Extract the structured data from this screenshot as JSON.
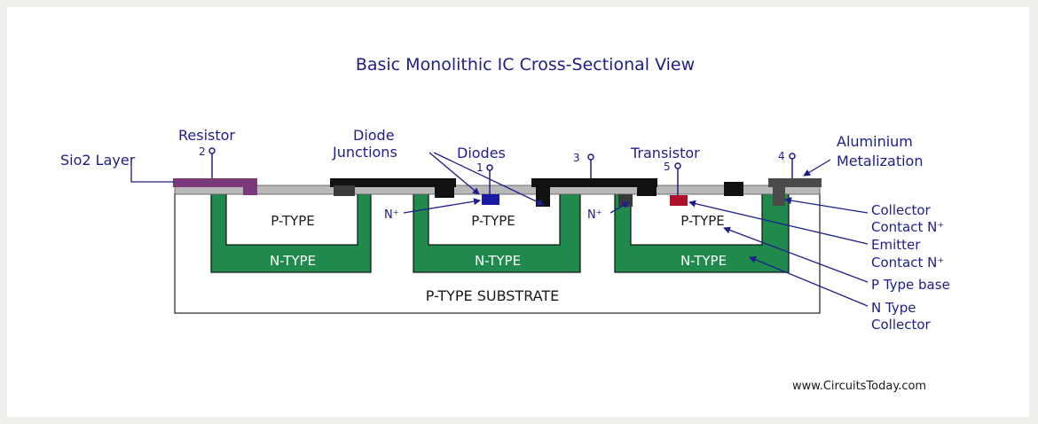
{
  "title": "Basic Monolithic IC Cross-Sectional View",
  "labels": {
    "resistor": "Resistor",
    "sio2": "Sio2 Layer",
    "diode_junctions_1": "Diode",
    "diode_junctions_2": "Junctions",
    "diodes": "Diodes",
    "transistor": "Transistor",
    "aluminium_1": "Aluminium",
    "aluminium_2": "Metalization",
    "collector_contact_1": "Collector",
    "collector_contact_2": "Contact N⁺",
    "emitter_contact_1": "Emitter",
    "emitter_contact_2": "Contact N⁺",
    "p_type_base": "P Type base",
    "n_type_collector_1": "N Type",
    "n_type_collector_2": "Collector",
    "n_plus_left": "N⁺",
    "n_plus_right": "N⁺",
    "p_type": "P-TYPE",
    "n_type": "N-TYPE",
    "substrate": "P-TYPE SUBSTRATE"
  },
  "terminals": {
    "t1": "1",
    "t2": "2",
    "t3": "3",
    "t4": "4",
    "t5": "5"
  },
  "watermark": "www.CircuitsToday.com",
  "colors": {
    "text": "#1d1d8c",
    "n_type": "#1f8a4c",
    "sio2": "#b8b8b8",
    "metal": "#111111",
    "resistor": "#7a3a7a",
    "emitter": "#b0102a",
    "diode_n_plus": "#1a1aa6",
    "aluminium": "#4a4a4a"
  }
}
